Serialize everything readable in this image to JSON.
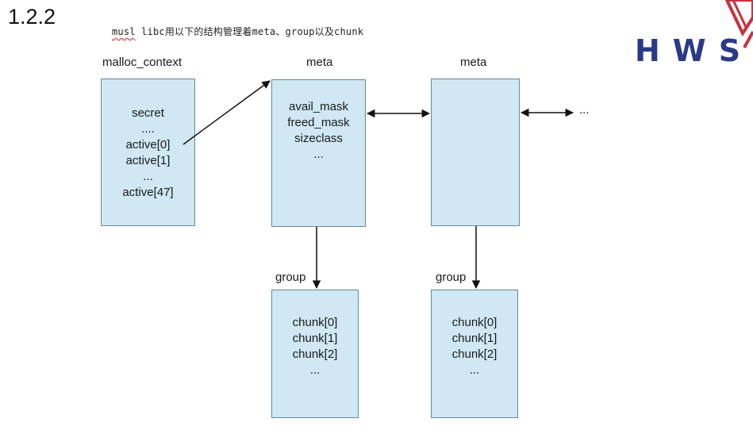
{
  "section": "1.2.2",
  "subtitle_prefix": "musl",
  "subtitle_rest": " libc用以下的结构管理着meta、group以及chunk",
  "logo_text": "HWS",
  "malloc_context": {
    "title": "malloc_context",
    "fields": [
      "secret",
      "....",
      "active[0]",
      "active[1]",
      "...",
      "active[47]"
    ]
  },
  "meta1": {
    "title": "meta",
    "fields": [
      "avail_mask",
      "freed_mask",
      "sizeclass",
      "..."
    ]
  },
  "meta2": {
    "title": "meta"
  },
  "ellipsis": "...",
  "group1": {
    "label": "group",
    "fields": [
      "chunk[0]",
      "chunk[1]",
      "chunk[2]",
      "..."
    ]
  },
  "group2": {
    "label": "group",
    "fields": [
      "chunk[0]",
      "chunk[1]",
      "chunk[2]",
      "..."
    ]
  },
  "colors": {
    "box_fill": "#cfe8f3",
    "box_border": "#6b8796",
    "logo_blue": "#2b3a87",
    "logo_red": "#c8323c"
  }
}
